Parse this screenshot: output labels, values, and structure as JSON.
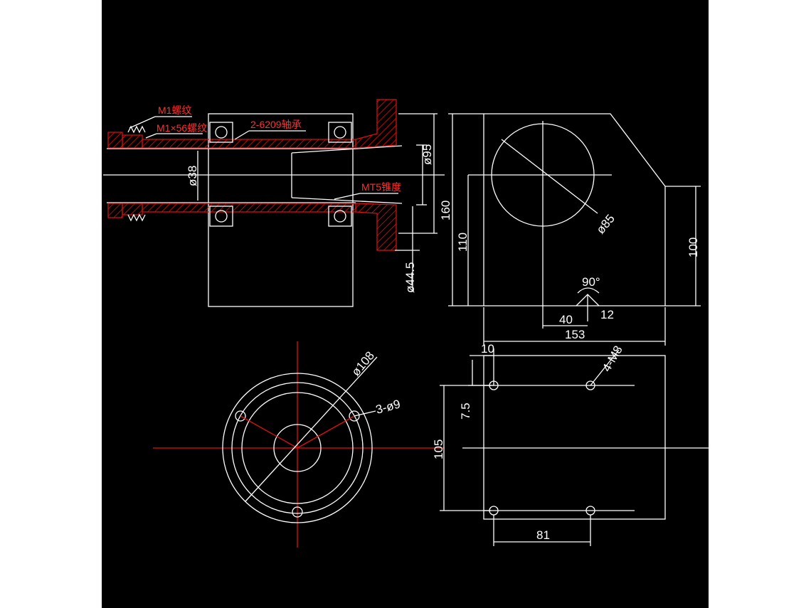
{
  "colors": {
    "background": "#000000",
    "outline": "#ffffff",
    "annotation": "#e01010",
    "page": "#ffffff"
  },
  "labels": {
    "m1_thread": "M1螺纹",
    "m1x56_thread": "M1×56螺纹",
    "bearing": "2-6209轴承",
    "mt5_taper": "MT5锥度"
  },
  "dims": {
    "d95": "ø95",
    "d38": "ø38",
    "d44_5": "ø44.5",
    "d160": "160",
    "d110": "110",
    "d85": "ø85",
    "d100": "100",
    "angle90": "90°",
    "d40": "40",
    "d12": "12",
    "d153": "153",
    "d10": "10",
    "holes4": "4-M8",
    "d7_5": "7.5",
    "d105": "105",
    "d81": "81",
    "d108": "ø108",
    "holes3": "3-ø9"
  }
}
